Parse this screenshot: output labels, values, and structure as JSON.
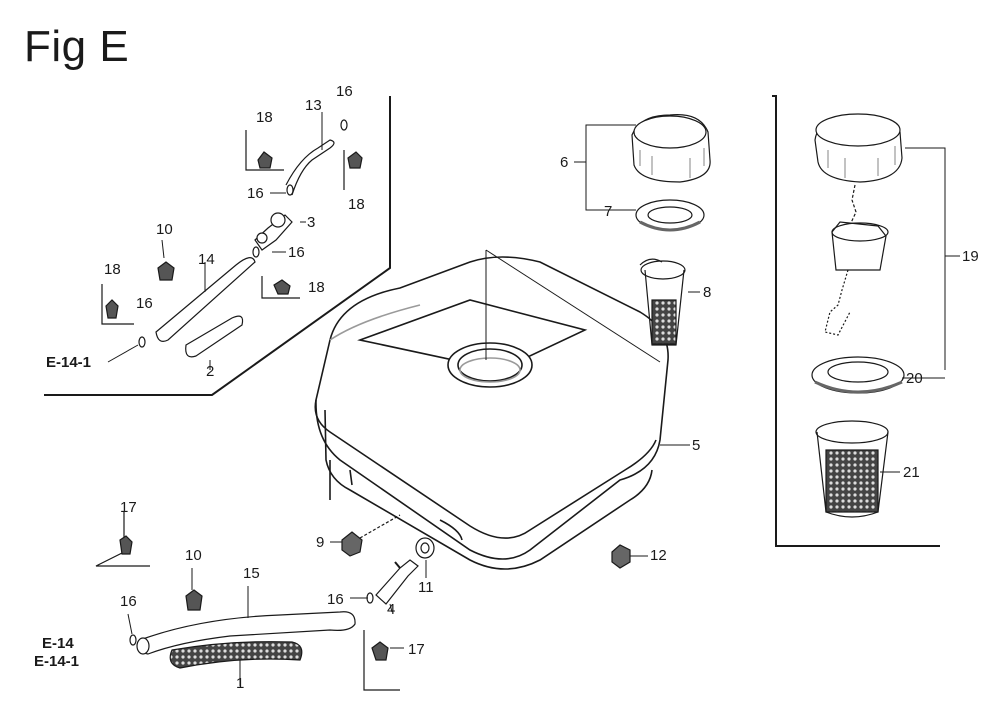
{
  "figure": {
    "title": "Fig E"
  },
  "callouts": [
    "1",
    "2",
    "3",
    "4",
    "5",
    "6",
    "7",
    "8",
    "9",
    "10",
    "10",
    "11",
    "12",
    "13",
    "14",
    "15",
    "16",
    "16",
    "16",
    "16",
    "16",
    "16",
    "17",
    "17",
    "18",
    "18",
    "18",
    "18",
    "19",
    "20",
    "21"
  ],
  "references": {
    "upper_left": "E-14-1",
    "lower_left_line1": "E-14",
    "lower_left_line2": "E-14-1"
  },
  "colors": {
    "ink": "#1a1a1a",
    "shade": "#9a9a9a",
    "background": "#ffffff"
  }
}
